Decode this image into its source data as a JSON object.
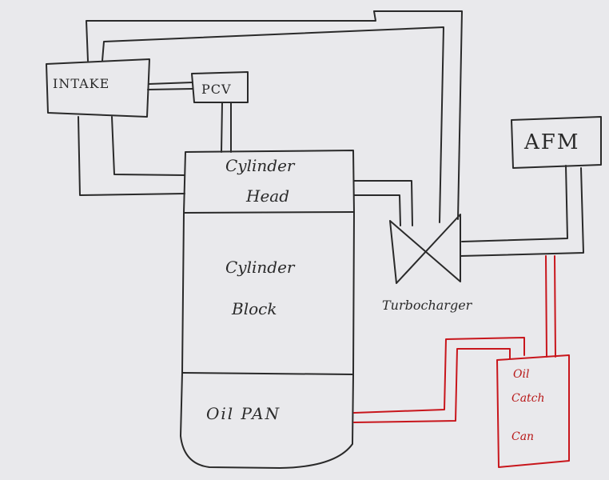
{
  "labels": {
    "intake": "INTAKE",
    "pcv": "PCV",
    "afm": "AFM",
    "cylinder_head_line1": "Cylinder",
    "cylinder_head_line2": "Head",
    "cylinder_block_line1": "Cylinder",
    "cylinder_block_line2": "Block",
    "oil_pan": "Oil PAN",
    "turbocharger": "Turbocharger",
    "catch_can_line1": "Oil",
    "catch_can_line2": "Catch",
    "catch_can_line3": "Can"
  },
  "colors": {
    "ink": "#2a2a2a",
    "red_line": "#c8161c",
    "paper": "#e9e9ec"
  }
}
